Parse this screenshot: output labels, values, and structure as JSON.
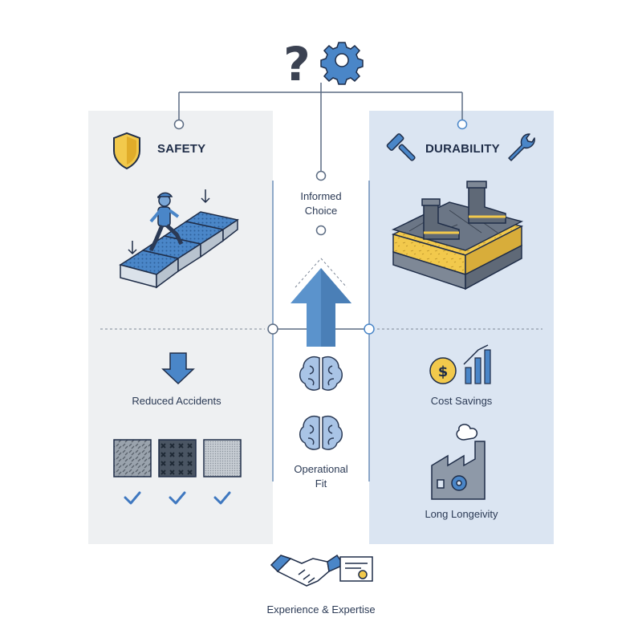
{
  "safety": {
    "title": "SAFETY",
    "outcome_label": "Reduced Accidents",
    "icon": "shield-icon"
  },
  "durability": {
    "title": "DURABILITY",
    "cost_label": "Cost Savings",
    "longevity_label": "Long Longeivity",
    "icon": "hammer-wrench-icon"
  },
  "center": {
    "informed_line1": "Informed",
    "informed_line2": "Choice",
    "operational_line1": "Operational",
    "operational_line2": "Fit"
  },
  "footer": {
    "label": "Experience & Expertise"
  },
  "colors": {
    "accent_blue": "#4a86c8",
    "dark_navy": "#2b3a55",
    "gold": "#f2c94c",
    "left_panel": "#eef0f2",
    "right_panel": "#dbe5f2"
  }
}
